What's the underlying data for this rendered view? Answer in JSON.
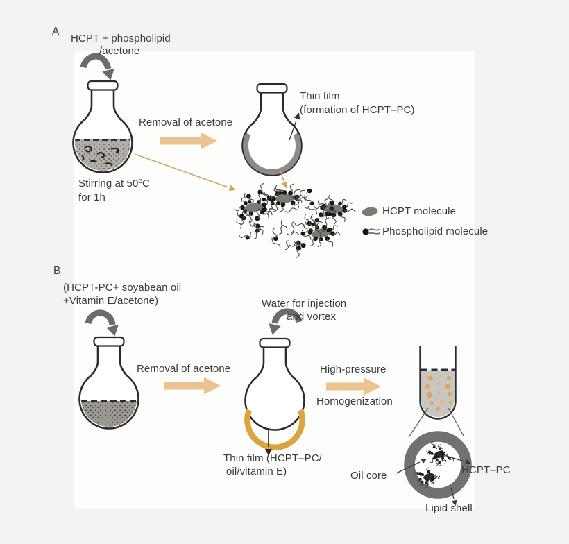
{
  "figure": {
    "colors": {
      "background": "#f4f3f2",
      "panel": "#fdfdfc",
      "flask_stroke": "#2b2b2b",
      "gray_arrow": "#6b6b69",
      "orange_arrow": "#ecc28e",
      "thin_orange_arrow": "#cfa55c",
      "film_gray": "#8b8b88",
      "film_orange": "#dba43f",
      "ring_gray": "#72716f",
      "tube_liquid": "#c8c6c2",
      "droplet_orange": "#dfa75a",
      "hcpt_ellipse": "#7b7a73",
      "text": "#3a3a3a"
    },
    "panel_a": {
      "label": "A",
      "input_line1": "HCPT + phospholipid",
      "input_line2": "/acetone",
      "arrow1_label": "Removal of acetone",
      "thin_film_line1": "Thin film",
      "thin_film_line2": "(formation of HCPT–PC)",
      "stirring_line1": "Stirring at 50ºC",
      "stirring_line2": "for 1h",
      "legend": [
        {
          "label": "HCPT molecule"
        },
        {
          "label": "Phospholipid molecule"
        }
      ]
    },
    "panel_b": {
      "label": "B",
      "input_line1": "(HCPT-PC+ soyabean oil",
      "input_line2": "+Vitamin E/acetone)",
      "arrow1_label": "Removal of acetone",
      "water_line1": "Water for injection",
      "water_line2": "and vortex",
      "hp_line1": "High-pressure",
      "hp_line2": "Homogenization",
      "thin_film_line1": "Thin film (HCPT–PC/",
      "thin_film_line2": "oil/vitamin E)",
      "oil_core": "Oil core",
      "hcpt_pc": "HCPT–PC",
      "lipid_shell": "Lipid shell"
    }
  }
}
